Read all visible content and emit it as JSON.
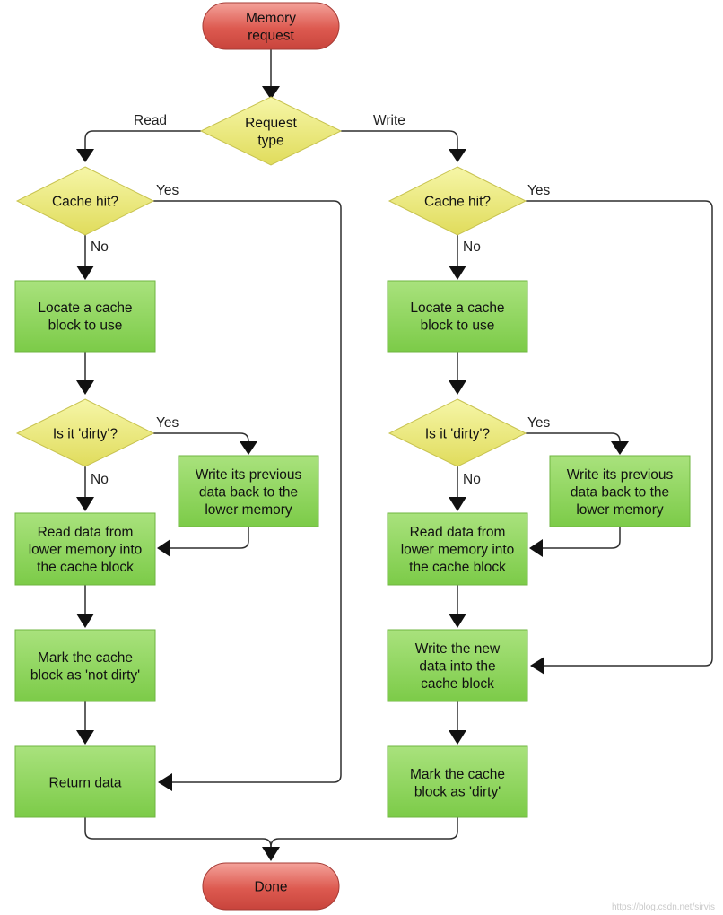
{
  "nodes": {
    "start": "Memory\nrequest",
    "request_type": "Request\ntype",
    "read": {
      "cache_hit": "Cache hit?",
      "locate": "Locate a cache\nblock to use",
      "dirty": "Is it 'dirty'?",
      "write_back": "Write its previous\ndata back to the\nlower memory",
      "read_data": "Read data from\nlower memory into\nthe cache block",
      "mark": "Mark the cache\nblock as 'not dirty'",
      "return": "Return data"
    },
    "write": {
      "cache_hit": "Cache hit?",
      "locate": "Locate a cache\nblock to use",
      "dirty": "Is it 'dirty'?",
      "write_back": "Write its previous\ndata back to the\nlower memory",
      "read_data": "Read data from\nlower memory into\nthe cache block",
      "write_new": "Write the new\ndata into the\ncache block",
      "mark": "Mark the cache\nblock as 'dirty'"
    },
    "done": "Done"
  },
  "edge_labels": {
    "read": "Read",
    "write": "Write",
    "read_hit_yes": "Yes",
    "read_hit_no": "No",
    "read_dirty_yes": "Yes",
    "read_dirty_no": "No",
    "write_hit_yes": "Yes",
    "write_hit_no": "No",
    "write_dirty_yes": "Yes",
    "write_dirty_no": "No"
  },
  "watermark": "https://blog.csdn.net/sirvis",
  "colors": {
    "terminal_fill": "#d9534f",
    "decision_fill": "#ecec7a",
    "process_fill": "#8fd65e",
    "edge": "#2e2e2e"
  }
}
